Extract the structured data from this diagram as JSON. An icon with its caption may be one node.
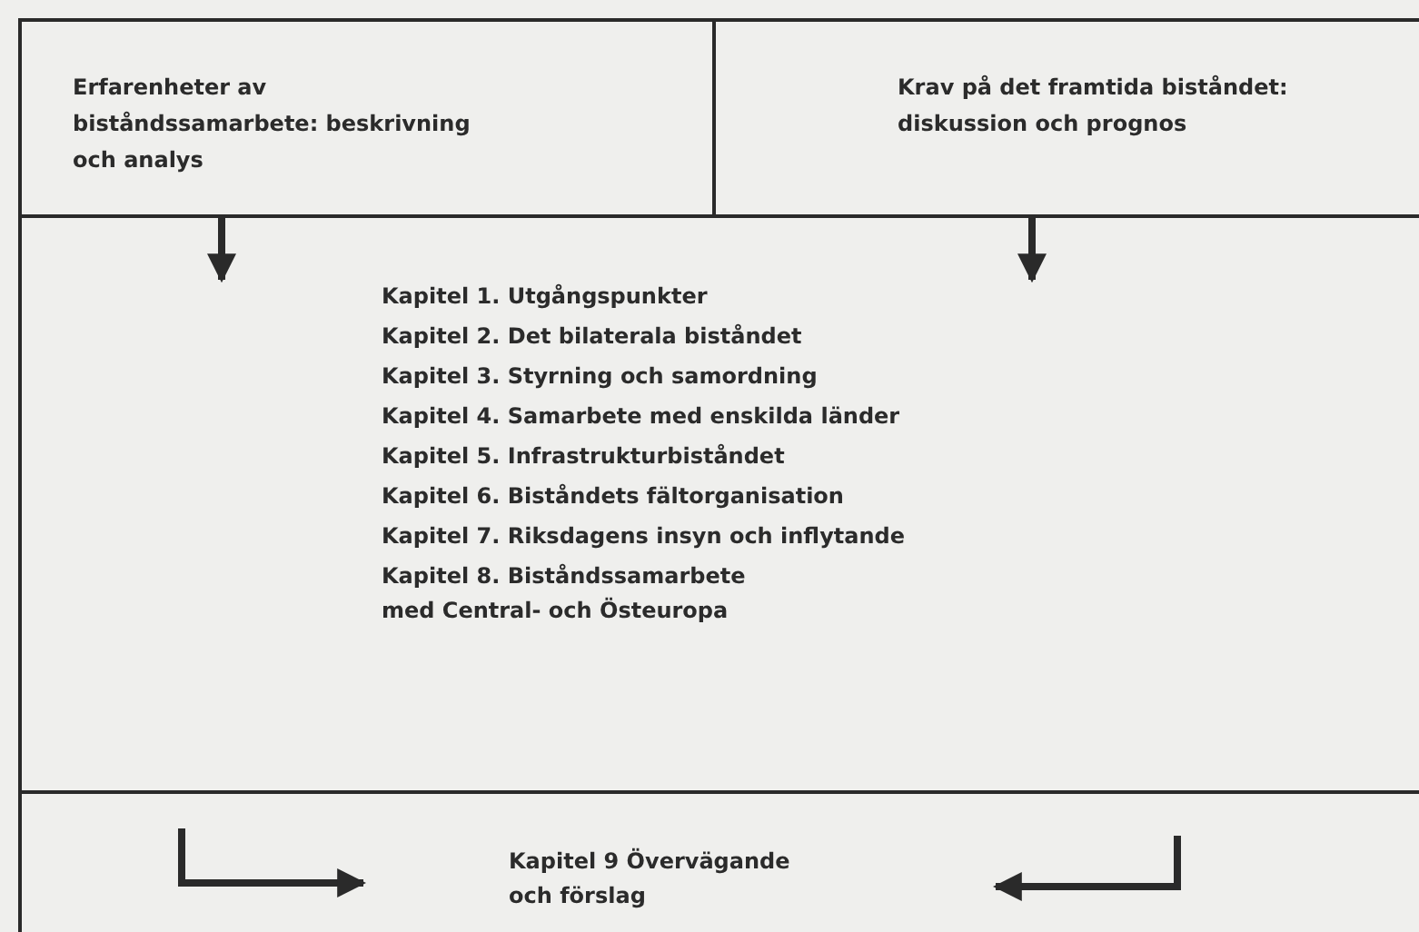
{
  "diagram": {
    "nodes": [
      {
        "text": [
          "Erfarenheter av biståndssamarbete: beskrivning och analys"
        ]
      },
      {
        "text": [
          "Krav på det framtida biståndet: diskussion och prognos"
        ]
      },
      {
        "text": [
          "Kapitel 1. Utgångspunkter",
          "Kapitel 2. Det bilaterala biståndet",
          "Kapitel 3. Styrning och samordning",
          "Kapitel 4. Samarbete med enskilda länder",
          "Kapitel 5. Infrastrukturbiståndet",
          "Kapitel 6. Biståndets fältorganisation",
          "Kapitel 7. Riksdagens insyn och inflytande",
          "Kapitel 8. Biståndssamarbete med Central- och Östeuropa"
        ]
      },
      {
        "text": [
          "Kapitel 9 Övervägande och förslag"
        ]
      }
    ],
    "edges": [
      {
        "from": 0,
        "to": 2,
        "arrow": "to"
      },
      {
        "from": 1,
        "to": 2,
        "arrow": "to"
      },
      {
        "from": null,
        "to": 3,
        "arrow": "to"
      },
      {
        "from": null,
        "to": 3,
        "arrow": "to"
      }
    ]
  }
}
